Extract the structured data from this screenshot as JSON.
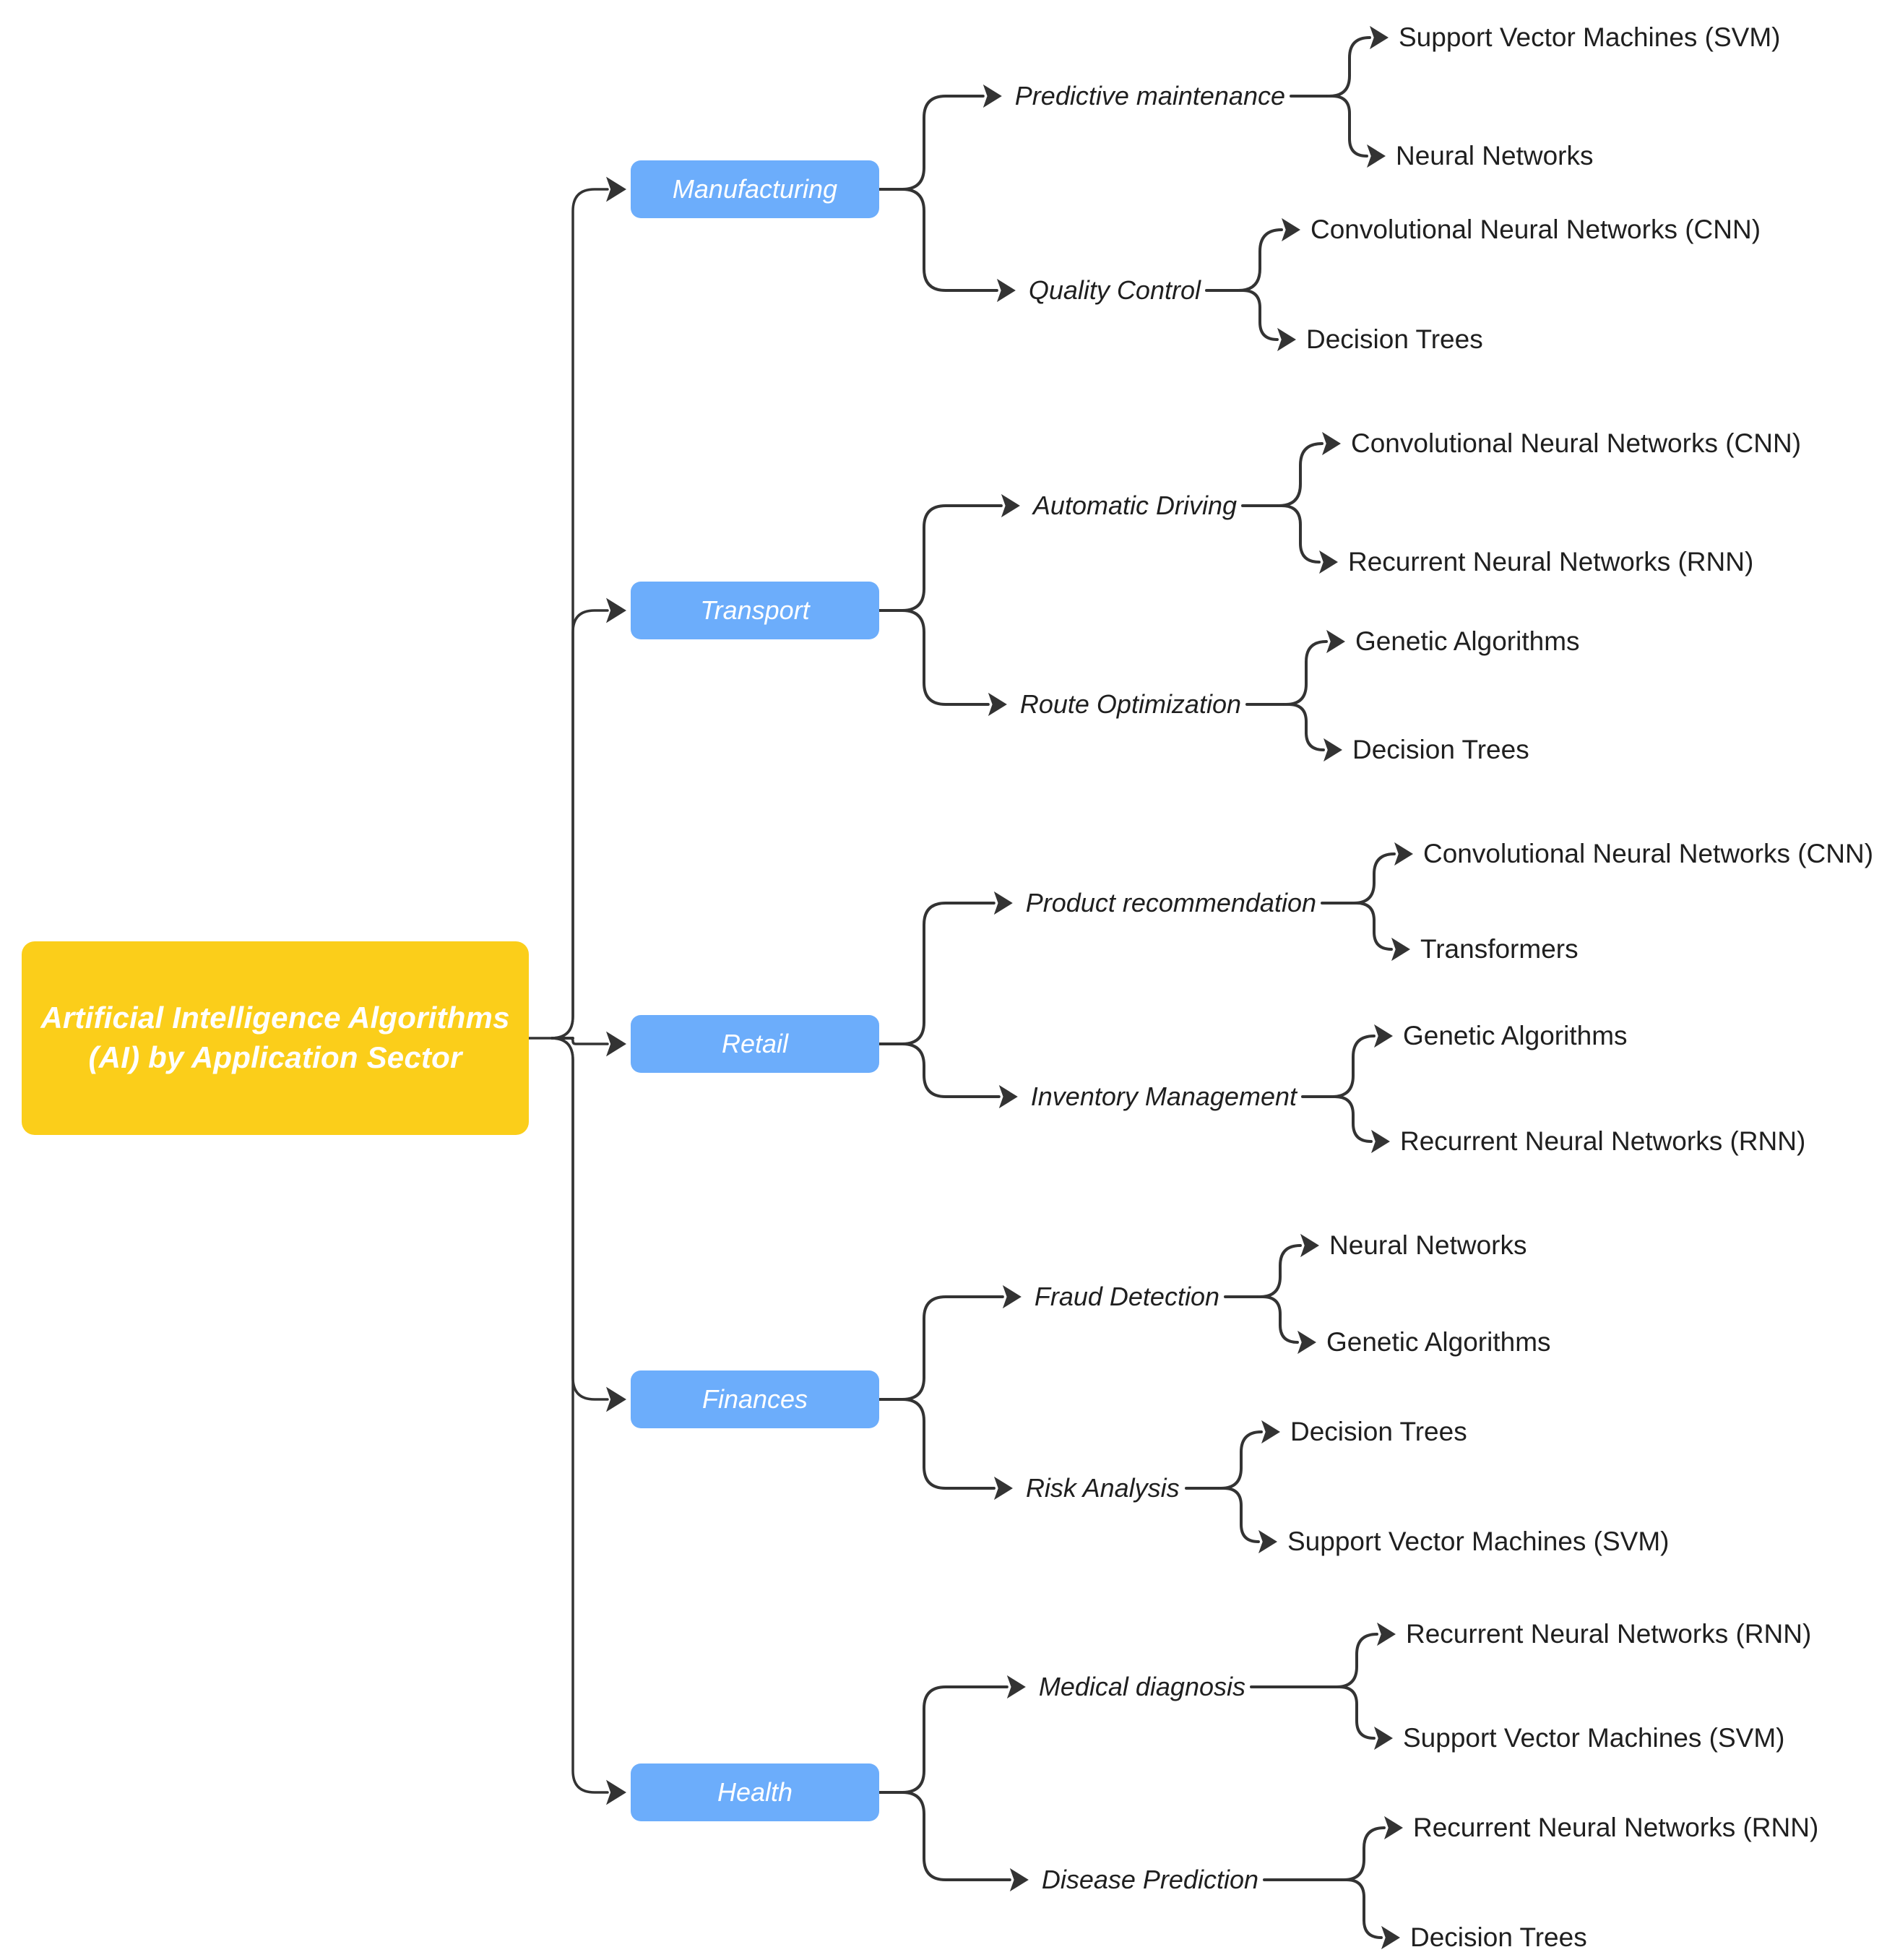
{
  "diagram": {
    "type": "mindmap",
    "orientation": "left-to-right",
    "colors": {
      "root_fill": "#fbce1a",
      "sector_fill": "#6cadfb",
      "edge": "#333333",
      "node_text": "#ffffff",
      "label_text": "#1f1f1f",
      "background": "#ffffff"
    },
    "root": {
      "label": "Artificial Intelligence Algorithms (AI) by Application Sector",
      "line1": "Artificial Intelligence",
      "line2": "Algorithms (AI) by Application",
      "line3": "Sector"
    },
    "sectors": [
      {
        "label": "Manufacturing",
        "tasks": [
          {
            "label": "Predictive maintenance",
            "algorithms": [
              "Support Vector Machines (SVM)",
              "Neural Networks"
            ]
          },
          {
            "label": "Quality Control",
            "algorithms": [
              "Convolutional Neural Networks (CNN)",
              "Decision Trees"
            ]
          }
        ]
      },
      {
        "label": "Transport",
        "tasks": [
          {
            "label": "Automatic Driving",
            "algorithms": [
              "Convolutional Neural Networks (CNN)",
              "Recurrent Neural Networks (RNN)"
            ]
          },
          {
            "label": "Route Optimization",
            "algorithms": [
              "Genetic Algorithms",
              "Decision Trees"
            ]
          }
        ]
      },
      {
        "label": "Retail",
        "tasks": [
          {
            "label": "Product recommendation",
            "algorithms": [
              "Convolutional Neural Networks (CNN)",
              "Transformers"
            ]
          },
          {
            "label": "Inventory Management",
            "algorithms": [
              "Genetic Algorithms",
              "Recurrent Neural Networks (RNN)"
            ]
          }
        ]
      },
      {
        "label": "Finances",
        "tasks": [
          {
            "label": "Fraud Detection",
            "algorithms": [
              "Neural Networks",
              "Genetic Algorithms"
            ]
          },
          {
            "label": "Risk Analysis",
            "algorithms": [
              "Decision Trees",
              "Support Vector Machines (SVM)"
            ]
          }
        ]
      },
      {
        "label": "Health",
        "tasks": [
          {
            "label": "Medical diagnosis",
            "algorithms": [
              "Recurrent Neural Networks (RNN)",
              "Support Vector Machines (SVM)"
            ]
          },
          {
            "label": "Disease Prediction",
            "algorithms": [
              "Recurrent Neural Networks (RNN)",
              "Decision Trees"
            ]
          }
        ]
      }
    ]
  }
}
